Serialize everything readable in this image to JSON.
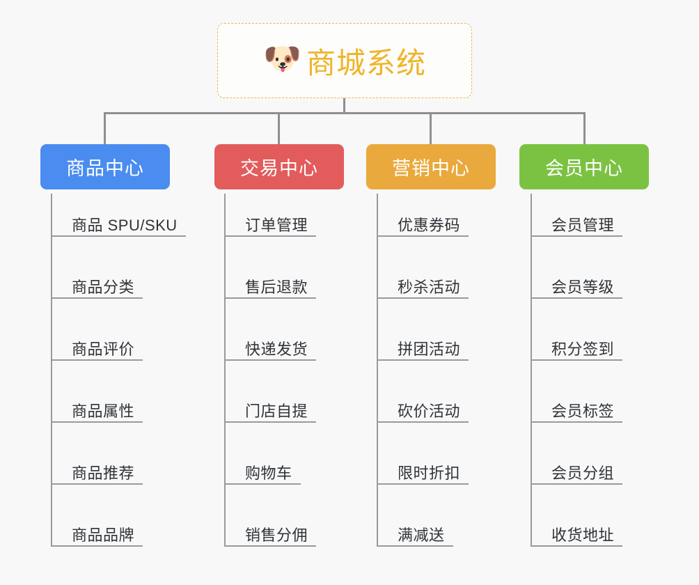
{
  "diagram": {
    "background_color": "#f8f8f8",
    "line_color": "#8f8f8f",
    "root": {
      "icon": "dog-face-emoji",
      "icon_glyph": "🐶",
      "title": "商城系统",
      "text_color": "#f0b429",
      "border_color": "#e8b84b",
      "background_color": "#fdfdfc"
    },
    "branches": [
      {
        "id": "product-center",
        "label": "商品中心",
        "color": "#4a8cf0",
        "items": [
          "商品 SPU/SKU",
          "商品分类",
          "商品评价",
          "商品属性",
          "商品推荐",
          "商品品牌"
        ]
      },
      {
        "id": "trade-center",
        "label": "交易中心",
        "color": "#e25c5c",
        "items": [
          "订单管理",
          "售后退款",
          "快递发货",
          "门店自提",
          "购物车",
          "销售分佣"
        ]
      },
      {
        "id": "marketing-center",
        "label": "营销中心",
        "color": "#eaa93c",
        "items": [
          "优惠券码",
          "秒杀活动",
          "拼团活动",
          "砍价活动",
          "限时折扣",
          "满减送"
        ]
      },
      {
        "id": "member-center",
        "label": "会员中心",
        "color": "#7cc242",
        "items": [
          "会员管理",
          "会员等级",
          "积分签到",
          "会员标签",
          "会员分组",
          "收货地址"
        ]
      }
    ]
  }
}
